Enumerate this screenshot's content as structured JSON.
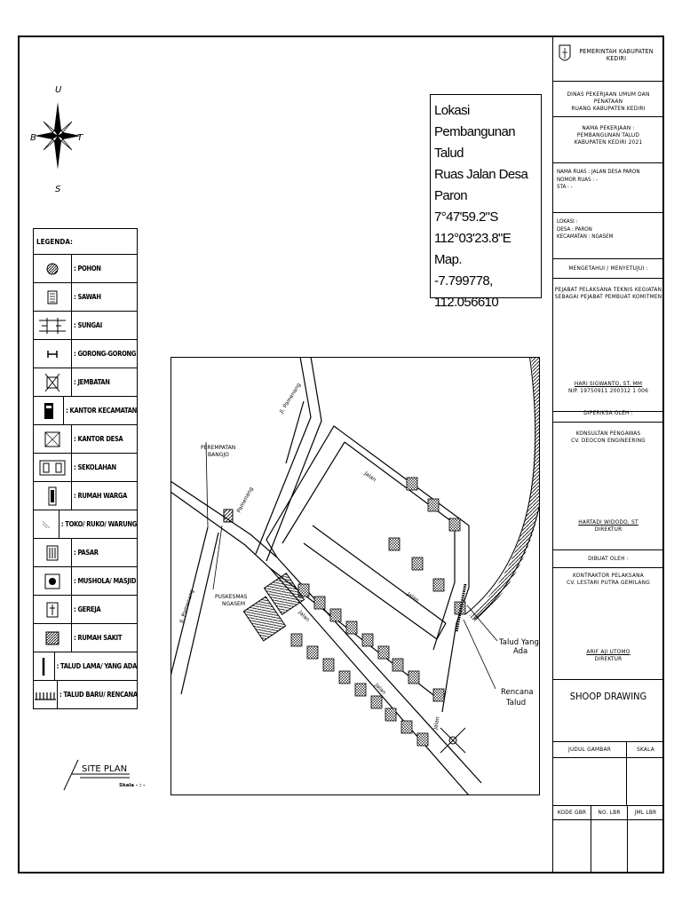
{
  "compass": {
    "north": "U",
    "south": "S",
    "east": "T",
    "west": "B"
  },
  "legend": {
    "title": "LEGENDA:",
    "items": [
      {
        "label": ": POHON",
        "icon": "tree-icon"
      },
      {
        "label": ": SAWAH",
        "icon": "rice-field-icon"
      },
      {
        "label": ": SUNGAI",
        "icon": "river-icon"
      },
      {
        "label": ": GORONG-GORONG",
        "icon": "culvert-icon"
      },
      {
        "label": ": JEMBATAN",
        "icon": "bridge-icon"
      },
      {
        "label": ": KANTOR KECAMATAN",
        "icon": "district-office-icon"
      },
      {
        "label": ": KANTOR DESA",
        "icon": "village-office-icon"
      },
      {
        "label": ": SEKOLAHAN",
        "icon": "school-icon"
      },
      {
        "label": ": RUMAH WARGA",
        "icon": "house-icon"
      },
      {
        "label": ": TOKO/ RUKO/ WARUNG",
        "icon": "shop-icon"
      },
      {
        "label": ": PASAR",
        "icon": "market-icon"
      },
      {
        "label": ": MUSHOLA/ MASJID",
        "icon": "mosque-icon"
      },
      {
        "label": ": GEREJA",
        "icon": "church-icon"
      },
      {
        "label": ": RUMAH SAKIT",
        "icon": "hospital-icon"
      },
      {
        "label": ": TALUD LAMA/ YANG ADA",
        "icon": "existing-wall-icon"
      },
      {
        "label": ": TALUD BARU/ RENCANA",
        "icon": "planned-wall-icon"
      }
    ]
  },
  "site_plan": {
    "title": "SITE PLAN",
    "scale": "Skala - : -"
  },
  "location": {
    "lines": [
      "Lokasi",
      "Pembangunan Talud",
      "Ruas Jalan Desa Paron",
      "7°47'59.2\"S 112°03'23.8\"E",
      "Map.",
      "-7.799778, 112.056610"
    ]
  },
  "map": {
    "labels": {
      "jl_pamenang_top": "Jl. Pamenang",
      "jl_pamenang_left": "Jl. Pamenang",
      "jl_pamenang_mid": "Pamenang",
      "perempatan": [
        "PEREMPATAN",
        "BANGJO"
      ],
      "puskesmas": [
        "PUSKESMAS",
        "NGASEM"
      ],
      "jalan_1": "Jalan",
      "jalan_2": "Jalan",
      "jalan_3": "Jalan",
      "jalan_4": "Jalan",
      "jalan_5": "Jalan",
      "talud_ada": [
        "Talud Yang",
        "Ada"
      ],
      "talud_rencana": [
        "Rencana",
        "Talud"
      ]
    }
  },
  "title_block": {
    "gov": [
      "PEMERINTAH KABUPATEN",
      "KEDIRI"
    ],
    "dept": [
      "DINAS PEKERJAAN UMUM DAN PENATAAN",
      "RUANG KABUPATEN KEDIRI"
    ],
    "work": [
      "NAMA PEKERJAAN :",
      "PEMBANGUNAN TALUD",
      "KABUPATEN KEDIRI 2021"
    ],
    "road": [
      "NAMA RUAS  : JALAN DESA PARON",
      "NOMOR RUAS : -",
      "STA           : -"
    ],
    "lokasi": [
      "LOKASI       :",
      "DESA         : PARON",
      "KECAMATAN : NGASEM"
    ],
    "approve": "MENGETAHUI / MENYETUJUI :",
    "official": [
      "PEJABAT PELAKSANA TEKNIS KEGIATAN",
      "SEBAGAI PEJABAT PEMBUAT KOMITMEN"
    ],
    "official_name": "HARI SIGWANTO, ST. MM",
    "official_nip": "NIP. 19750911 200312 1 006",
    "checked": "DIPERIKSA OLEH :",
    "consultant": [
      "KONSULTAN PENGAWAS",
      "CV. DEOCON ENGINEERING"
    ],
    "consultant_name": "HARTADI WIDODO, ST",
    "consultant_role": "DIREKTUR",
    "made": "DIBUAT OLEH :",
    "contractor": [
      "KONTRAKTOR PELAKSANA",
      "CV. LESTARI PUTRA GEMILANG"
    ],
    "contractor_name": "ARIF AJI UTOMO",
    "contractor_role": "DIREKTUR",
    "drawing": "SHOOP DRAWING",
    "judul": "JUDUL GAMBAR",
    "skala": "SKALA",
    "kode": "KODE GBR",
    "no_lbr": "NO. LBR",
    "jml_lbr": "JML LBR"
  }
}
